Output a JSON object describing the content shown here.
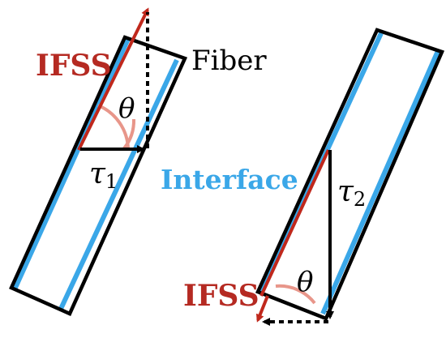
{
  "labels": {
    "ifss_top": "IFSS",
    "fiber": "Fiber",
    "theta_left": "θ",
    "tau1": "τ",
    "tau1_sub": "1",
    "interface": "Interface",
    "tau2": "τ",
    "tau2_sub": "2",
    "theta_right": "θ",
    "ifss_bottom": "IFSS"
  },
  "colors": {
    "fiber_outline": "#000000",
    "interface": "#3aa7e8",
    "ifss_arrow": "#c0281c",
    "angle_arc": "#e8968a",
    "ifss_text": "#b52a22",
    "interface_text": "#3aa7e8"
  }
}
